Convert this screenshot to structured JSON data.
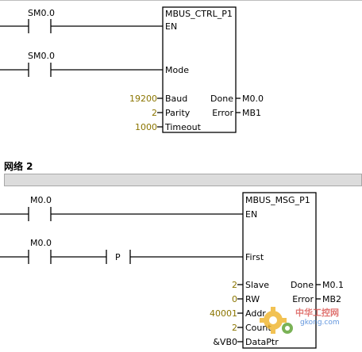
{
  "network2": {
    "title": "网络 2"
  },
  "rung1": {
    "contact1": {
      "label": "SM0.0"
    },
    "contact2": {
      "label": "SM0.0"
    },
    "block": {
      "title": "MBUS_CTRL_P1",
      "inputs": {
        "en": "EN",
        "mode": "Mode",
        "baud": "Baud",
        "parity": "Parity",
        "timeout": "Timeout"
      },
      "outputs": {
        "done": "Done",
        "error": "Error"
      },
      "values": {
        "baud": "19200",
        "parity": "2",
        "timeout": "1000",
        "done": "M0.0",
        "error": "MB1"
      }
    }
  },
  "rung2": {
    "contact1": {
      "label": "M0.0"
    },
    "contact2": {
      "label": "M0.0"
    },
    "edge": {
      "label": "P"
    },
    "block": {
      "title": "MBUS_MSG_P1",
      "inputs": {
        "en": "EN",
        "first": "First",
        "slave": "Slave",
        "rw": "RW",
        "addr": "Addr",
        "count": "Count",
        "dataptr": "DataPtr"
      },
      "outputs": {
        "done": "Done",
        "error": "Error"
      },
      "values": {
        "slave": "2",
        "rw": "0",
        "addr": "40001",
        "count": "2",
        "dataptr": "&VB0",
        "done": "M0.1",
        "error": "MB2"
      }
    }
  },
  "watermark": {
    "text_cn": "中华工控网",
    "text_url": "gkong.com"
  },
  "colors": {
    "constant": "#8b7500",
    "wire": "#000000",
    "background": "#ffffff"
  }
}
